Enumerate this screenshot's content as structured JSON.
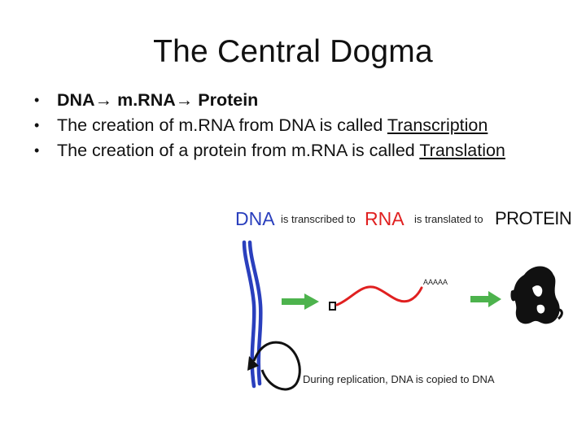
{
  "slide": {
    "title": "The Central Dogma",
    "bullets": [
      {
        "marker": "•",
        "parts": {
          "dna": "DNA",
          "arrow1": "→",
          "mrna": "m.RNA",
          "arrow2": "→",
          "protein": "Protein"
        }
      },
      {
        "marker": "•",
        "text": "The creation of m.RNA from DNA is called ",
        "term": "Transcription"
      },
      {
        "marker": "•",
        "text": "The creation of a protein from m.RNA is called ",
        "term": "Translation"
      }
    ]
  },
  "figure": {
    "dna_label": "DNA",
    "transcribed_text": "is transcribed to",
    "rna_label": "RNA",
    "translated_text": "is translated to",
    "protein_label": "PROTEIN",
    "poly_a_tail": "AAAAA",
    "replication_caption": "During replication, DNA is copied to DNA",
    "colors": {
      "dna": "#2a3fbd",
      "rna": "#e02020",
      "arrow": "#4db34d",
      "protein": "#111111"
    }
  }
}
